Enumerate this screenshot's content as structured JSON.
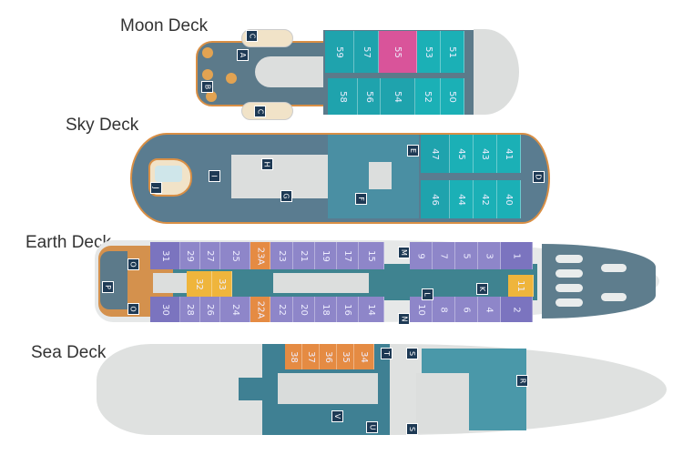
{
  "decks": [
    {
      "name": "Moon Deck",
      "cabins_top": [
        "59",
        "57",
        "55",
        "53",
        "51"
      ],
      "cabins_bottom": [
        "58",
        "56",
        "54",
        "52",
        "50"
      ],
      "highlight_cabin": "55",
      "venues": [
        "A",
        "B",
        "C",
        "C"
      ]
    },
    {
      "name": "Sky Deck",
      "cabins_top": [
        "47",
        "45",
        "43",
        "41"
      ],
      "cabins_bottom": [
        "46",
        "44",
        "42",
        "40"
      ],
      "venues": [
        "J",
        "I",
        "H",
        "G",
        "F",
        "E",
        "D"
      ]
    },
    {
      "name": "Earth Deck",
      "cabins_top": [
        "31",
        "29",
        "27",
        "25",
        "23A",
        "23",
        "21",
        "19",
        "17",
        "15",
        "9",
        "7",
        "5",
        "3",
        "1"
      ],
      "cabins_bottom": [
        "30",
        "28",
        "26",
        "24",
        "22A",
        "22",
        "20",
        "18",
        "16",
        "14",
        "10",
        "8",
        "6",
        "4",
        "2"
      ],
      "cabins_center": [
        "32",
        "33",
        "11"
      ],
      "venues": [
        "O",
        "P",
        "O",
        "M",
        "N",
        "L",
        "K"
      ]
    },
    {
      "name": "Sea Deck",
      "cabins_top": [
        "38",
        "37",
        "36",
        "35",
        "34"
      ],
      "venues": [
        "T",
        "S",
        "S",
        "V",
        "U",
        "R"
      ]
    }
  ],
  "colors": {
    "moon_sky_cabin": "#1fa3ad",
    "moon_highlight": "#d9549a",
    "earth_cabin": "#8e86c9",
    "earth_special": "#e58b43",
    "earth_yellow": "#efb53c",
    "sea_cabin": "#e58b43",
    "deck_floor": "#5c7a8a",
    "hull": "#dcdedd"
  }
}
